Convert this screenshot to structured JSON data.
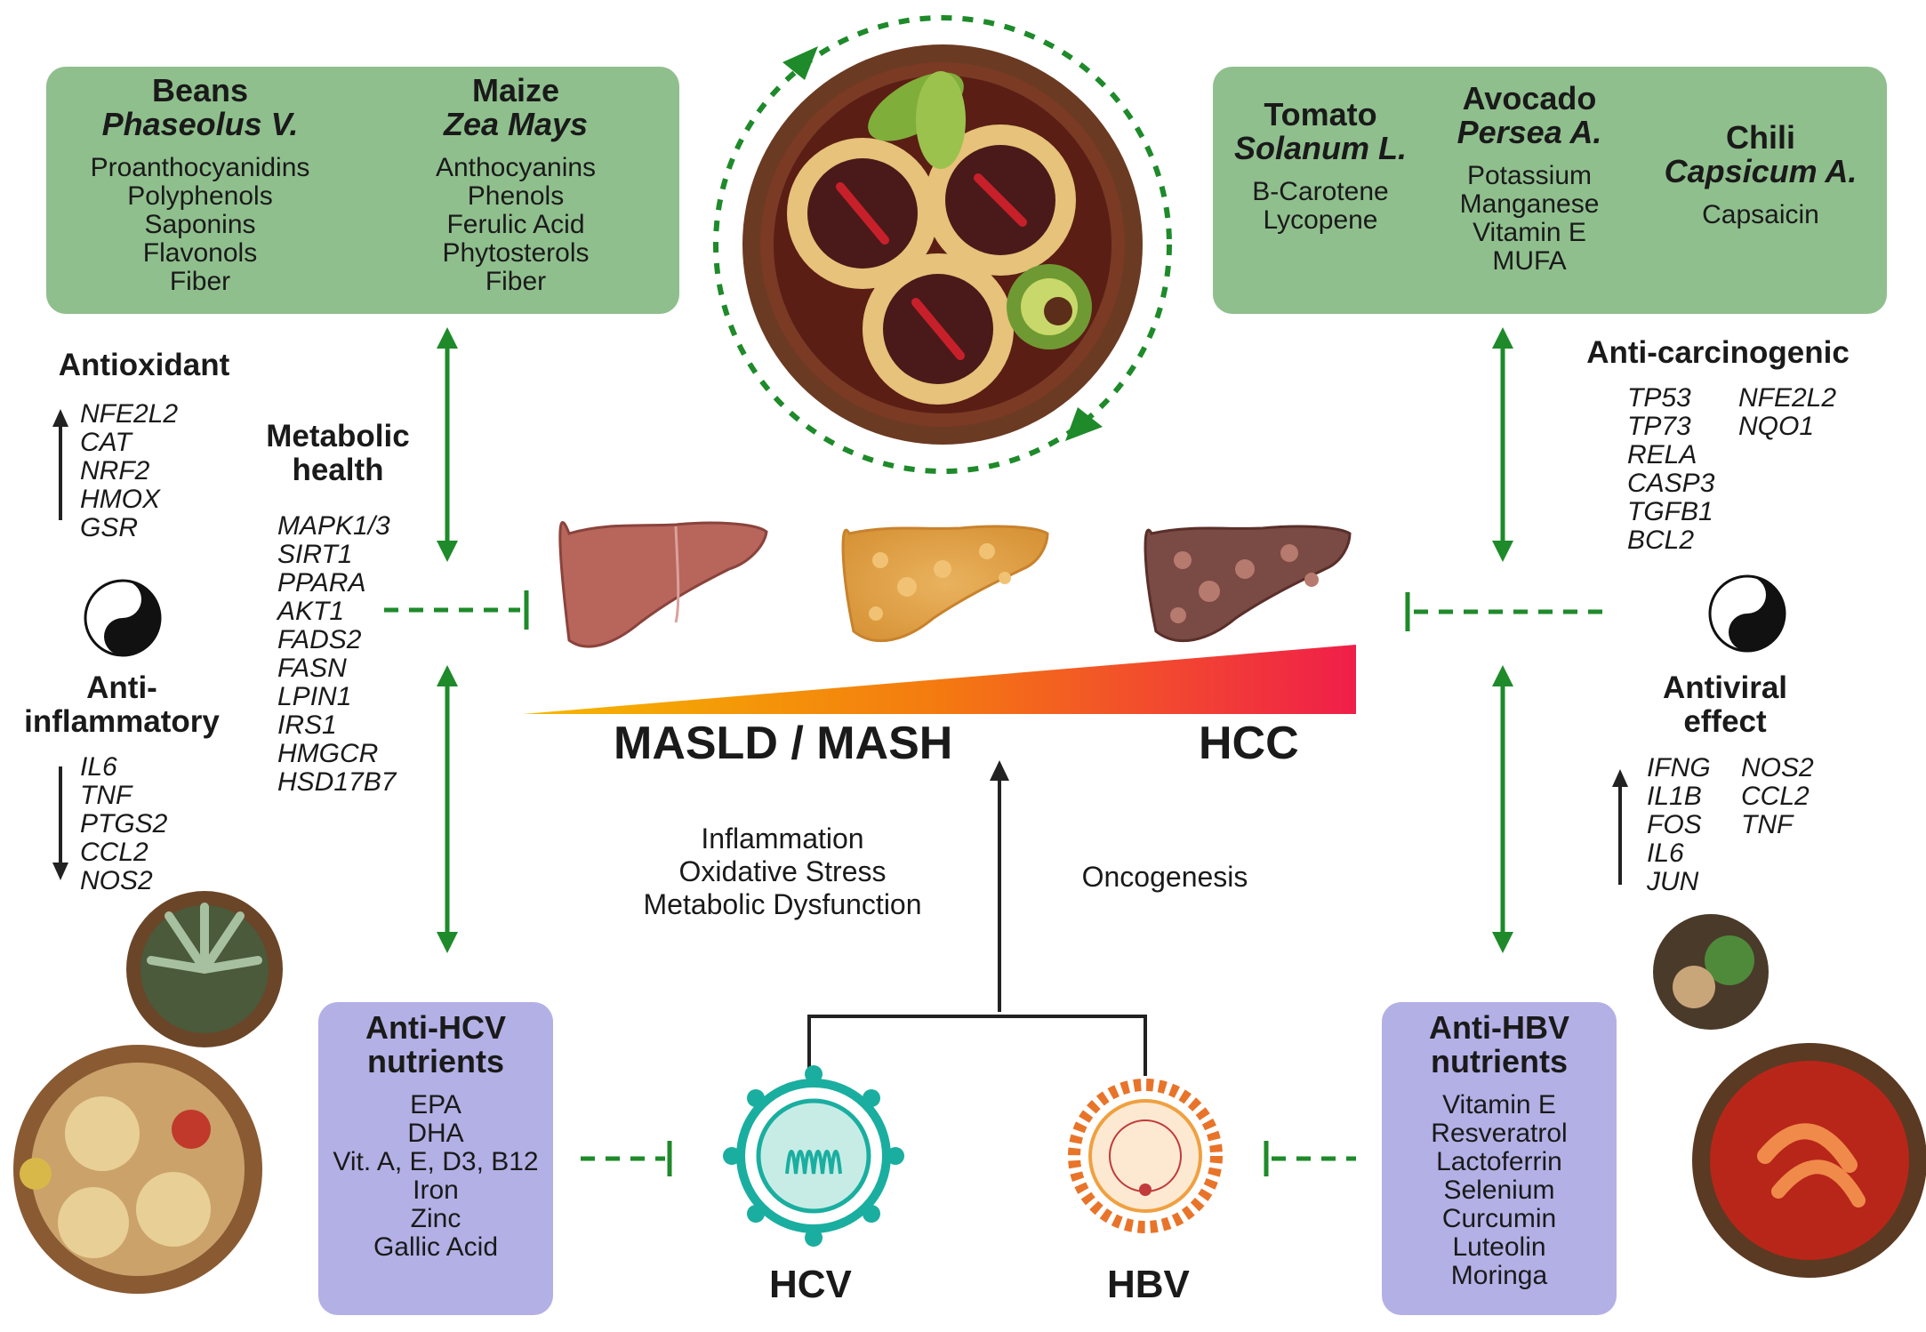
{
  "top_left_box": {
    "beans": {
      "name": "Beans",
      "latin": "Phaseolus V.",
      "nutrients": [
        "Proanthocyanidins",
        "Polyphenols",
        "Saponins",
        "Flavonols",
        "Fiber"
      ]
    },
    "maize": {
      "name": "Maize",
      "latin": "Zea Mays",
      "nutrients": [
        "Anthocyanins",
        "Phenols",
        "Ferulic Acid",
        "Phytosterols",
        "Fiber"
      ]
    }
  },
  "top_right_box": {
    "tomato": {
      "name": "Tomato",
      "latin": "Solanum L.",
      "nutrients": [
        "B-Carotene",
        "Lycopene"
      ]
    },
    "avocado": {
      "name": "Avocado",
      "latin": "Persea A.",
      "nutrients": [
        "Potassium",
        "Manganese",
        "Vitamin E",
        "MUFA"
      ]
    },
    "chili": {
      "name": "Chili",
      "latin": "Capsicum A.",
      "nutrients": [
        "Capsaicin"
      ]
    }
  },
  "antioxidant": {
    "title": "Antioxidant",
    "genes": [
      "NFE2L2",
      "CAT",
      "NRF2",
      "HMOX",
      "GSR"
    ]
  },
  "anti_inflammatory": {
    "title_line1": "Anti-",
    "title_line2": "inflammatory",
    "genes": [
      "IL6",
      "TNF",
      "PTGS2",
      "CCL2",
      "NOS2"
    ]
  },
  "metabolic_health": {
    "title_line1": "Metabolic",
    "title_line2": "health",
    "genes": [
      "MAPK1/3",
      "SIRT1",
      "PPARA",
      "AKT1",
      "FADS2",
      "FASN",
      "LPIN1",
      "IRS1",
      "HMGCR",
      "HSD17B7"
    ]
  },
  "anti_carcinogenic": {
    "title": "Anti-carcinogenic",
    "genes_col1": [
      "TP53",
      "TP73",
      "RELA",
      "CASP3",
      "TGFB1",
      "BCL2"
    ],
    "genes_col2": [
      "NFE2L2",
      "NQO1"
    ]
  },
  "antiviral": {
    "title_line1": "Antiviral",
    "title_line2": "effect",
    "genes_col1": [
      "IFNG",
      "IL1B",
      "FOS",
      "IL6",
      "JUN"
    ],
    "genes_col2": [
      "NOS2",
      "CCL2",
      "TNF"
    ]
  },
  "stages": {
    "left": "MASLD / MASH",
    "right": "HCC"
  },
  "mechanisms": [
    "Inflammation",
    "Oxidative Stress",
    "Metabolic Dysfunction"
  ],
  "oncogenesis": "Oncogenesis",
  "anti_hcv": {
    "title_line1": "Anti-HCV",
    "title_line2": "nutrients",
    "nutrients": [
      "EPA",
      "DHA",
      "Vit. A, E, D3, B12",
      "Iron",
      "Zinc",
      "Gallic Acid"
    ]
  },
  "anti_hbv": {
    "title_line1": "Anti-HBV",
    "title_line2": "nutrients",
    "nutrients": [
      "Vitamin E",
      "Resveratrol",
      "Lactoferrin",
      "Selenium",
      "Curcumin",
      "Luteolin",
      "Moringa"
    ]
  },
  "viruses": {
    "hcv": "HCV",
    "hbv": "HBV"
  },
  "colors": {
    "green_box": "#8fbf8d",
    "purple_box": "#b3b0e6",
    "arrow_green": "#1e8a2a",
    "liver_healthy": "#b8655c",
    "liver_fatty": "#e3a752",
    "liver_hcc": "#7a4a44",
    "gradient_start": "#f5b800",
    "gradient_end": "#f01e4a",
    "hcv_teal": "#1aaea0",
    "hbv_orange": "#e8742a"
  }
}
